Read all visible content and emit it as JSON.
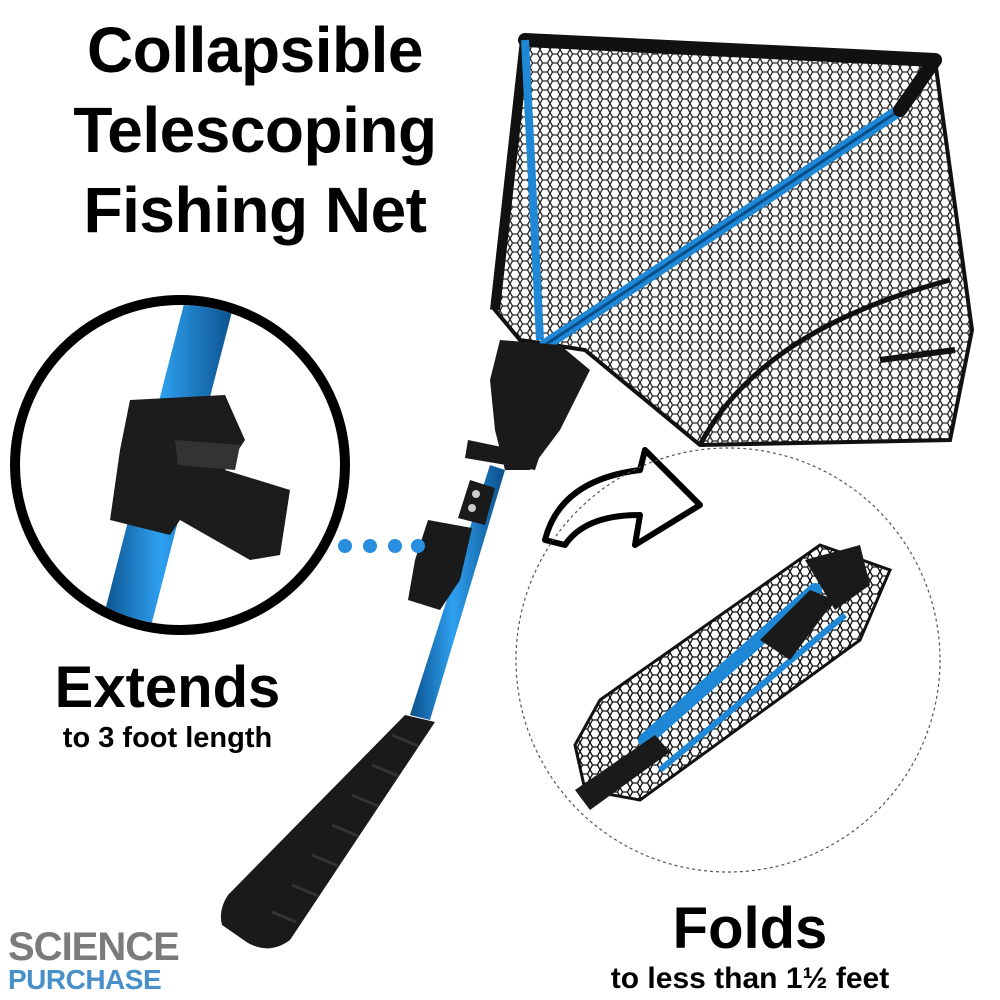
{
  "headline": {
    "line1": "Collapsible",
    "line2": "Telescoping",
    "line3": "Fishing Net"
  },
  "extends": {
    "title": "Extends",
    "subtitle": "to 3 foot length"
  },
  "folds": {
    "title": "Folds",
    "subtitle": "to less than 1½ feet"
  },
  "logo": {
    "line1": "SCIENCE",
    "line2": "PURCHASE"
  },
  "colors": {
    "pole_blue": "#1e88d6",
    "pole_dark": "#0b4f8a",
    "net_black": "#111111",
    "grip_black": "#1a1a1a",
    "dot_blue": "#2a8ee0",
    "logo_gray": "#7b7b7b",
    "logo_blue": "#4a90c8"
  },
  "icons": [
    "curved-arrow-icon",
    "connector-dots-icon"
  ]
}
